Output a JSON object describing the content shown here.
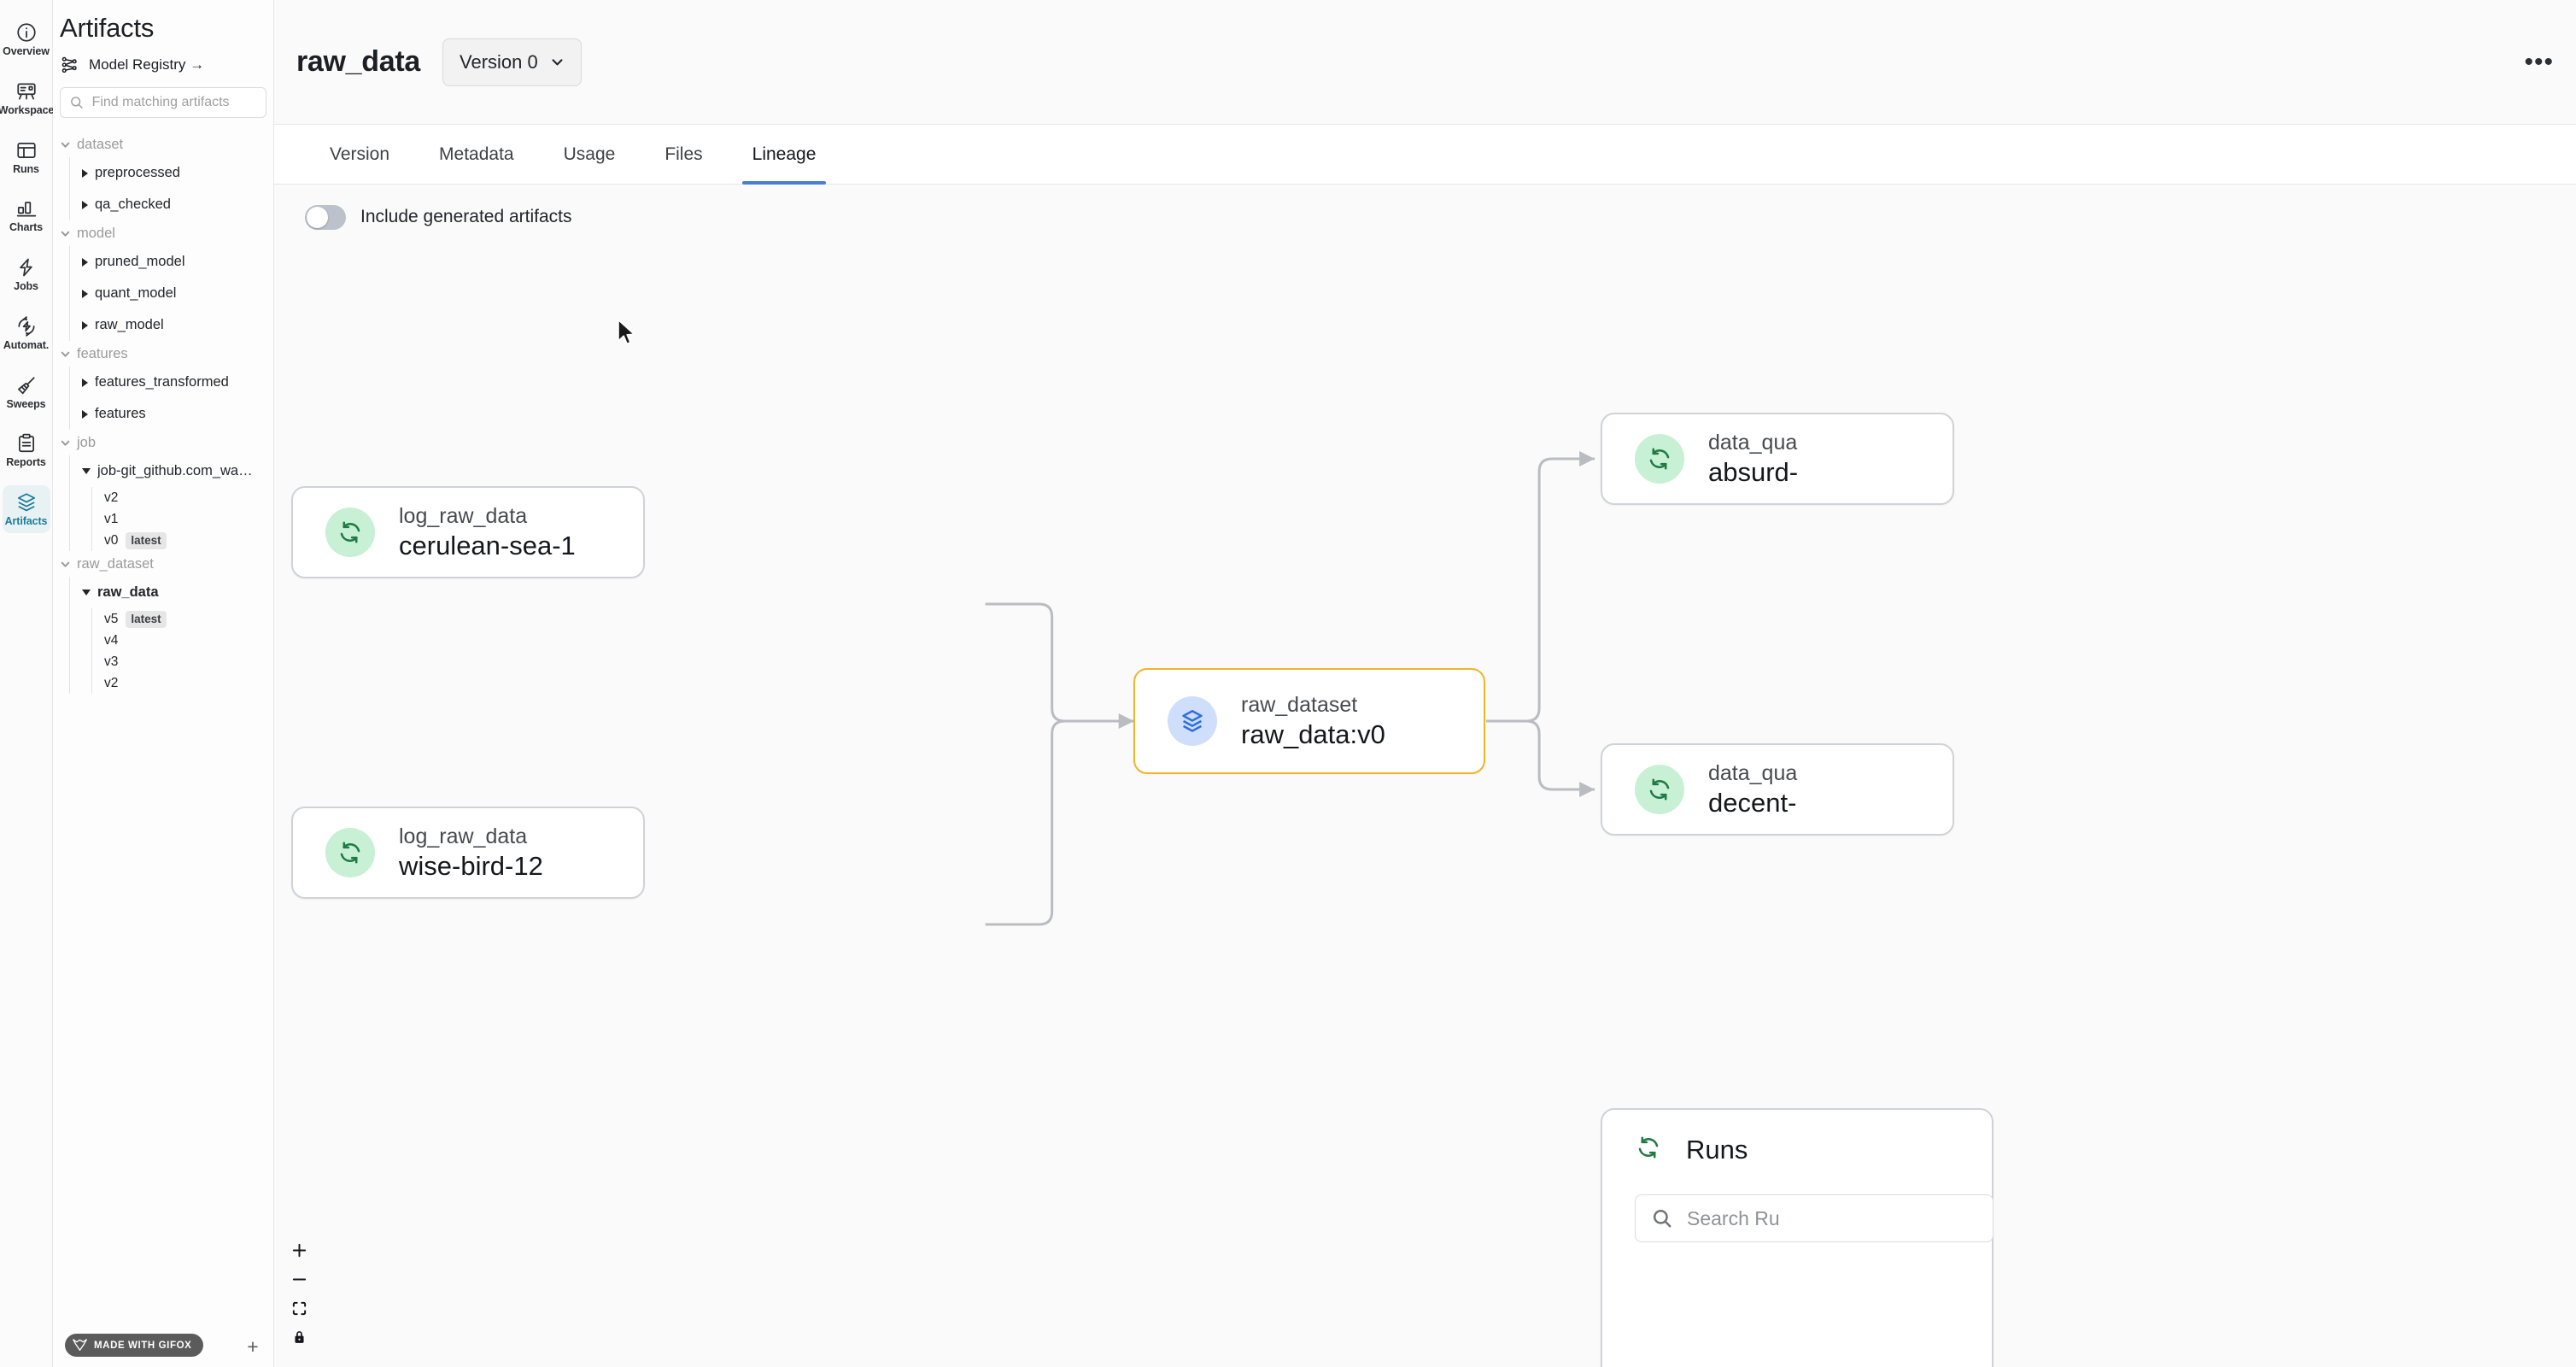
{
  "rail": {
    "items": [
      {
        "label": "Overview",
        "icon": "info-circle-icon",
        "active": false
      },
      {
        "label": "Workspace",
        "icon": "workspace-icon",
        "active": false
      },
      {
        "label": "Runs",
        "icon": "table-icon",
        "active": false
      },
      {
        "label": "Charts",
        "icon": "bar-chart-icon",
        "active": false
      },
      {
        "label": "Jobs",
        "icon": "bolt-icon",
        "active": false
      },
      {
        "label": "Automat.",
        "icon": "automation-icon",
        "active": false
      },
      {
        "label": "Sweeps",
        "icon": "broom-icon",
        "active": false
      },
      {
        "label": "Reports",
        "icon": "clipboard-icon",
        "active": false
      },
      {
        "label": "Artifacts",
        "icon": "layers-icon",
        "active": true
      }
    ]
  },
  "artifacts_panel": {
    "title": "Artifacts",
    "registry_link": "Model Registry →",
    "registry_icon": "model-registry-icon",
    "search": {
      "placeholder": "Find matching artifacts",
      "value": "",
      "icon": "search-icon"
    },
    "tree": [
      {
        "label": "dataset",
        "expanded": true,
        "children": [
          {
            "label": "preprocessed",
            "expanded": false,
            "versions": []
          },
          {
            "label": "qa_checked",
            "expanded": false,
            "versions": []
          }
        ]
      },
      {
        "label": "model",
        "expanded": true,
        "children": [
          {
            "label": "pruned_model",
            "expanded": false,
            "versions": []
          },
          {
            "label": "quant_model",
            "expanded": false,
            "versions": []
          },
          {
            "label": "raw_model",
            "expanded": false,
            "versions": []
          }
        ]
      },
      {
        "label": "features",
        "expanded": true,
        "children": [
          {
            "label": "features_transformed",
            "expanded": false,
            "versions": []
          },
          {
            "label": "features",
            "expanded": false,
            "versions": []
          }
        ]
      },
      {
        "label": "job",
        "expanded": true,
        "children": [
          {
            "label": "job-git_github.com_wa…",
            "expanded": true,
            "versions": [
              {
                "label": "v2",
                "tag": ""
              },
              {
                "label": "v1",
                "tag": ""
              },
              {
                "label": "v0",
                "tag": "latest"
              }
            ]
          }
        ]
      },
      {
        "label": "raw_dataset",
        "expanded": true,
        "children": [
          {
            "label": "raw_data",
            "expanded": true,
            "selected": true,
            "versions": [
              {
                "label": "v5",
                "tag": "latest"
              },
              {
                "label": "v4",
                "tag": ""
              },
              {
                "label": "v3",
                "tag": ""
              },
              {
                "label": "v2",
                "tag": ""
              }
            ]
          }
        ]
      }
    ],
    "watermark": {
      "text": "MADE WITH GIFOX",
      "icon": "fox-icon"
    },
    "add_button": {
      "label": "+",
      "name": "add-artifact-button"
    }
  },
  "header": {
    "title": "raw_data",
    "version_selector": {
      "label": "Version 0",
      "icon": "chevron-down-icon"
    },
    "overflow_menu": {
      "label": "•••",
      "name": "overflow-menu-button"
    }
  },
  "tabs": [
    {
      "label": "Version",
      "active": false
    },
    {
      "label": "Metadata",
      "active": false
    },
    {
      "label": "Usage",
      "active": false
    },
    {
      "label": "Files",
      "active": false
    },
    {
      "label": "Lineage",
      "active": true
    }
  ],
  "toolbar": {
    "include_generated_label": "Include generated artifacts",
    "include_generated_on": false
  },
  "graph": {
    "nodes": [
      {
        "id": "n1",
        "sub": "log_raw_data",
        "name": "cerulean-sea-1",
        "icon": "run-refresh-icon",
        "icon_color": "green",
        "selected": false
      },
      {
        "id": "n2",
        "sub": "log_raw_data",
        "name": "wise-bird-12",
        "icon": "run-refresh-icon",
        "icon_color": "green",
        "selected": false
      },
      {
        "id": "n3",
        "sub": "raw_dataset",
        "name": "raw_data:v0",
        "icon": "layers-icon",
        "icon_color": "blue",
        "selected": true
      },
      {
        "id": "n4",
        "sub": "data_qua",
        "name": "absurd-",
        "icon": "run-refresh-icon",
        "icon_color": "green",
        "selected": false
      },
      {
        "id": "n5",
        "sub": "data_qua",
        "name": "decent-",
        "icon": "run-refresh-icon",
        "icon_color": "green",
        "selected": false
      }
    ],
    "runs_panel": {
      "title": "Runs",
      "icon": "run-refresh-icon",
      "search_placeholder": "Search Ru"
    },
    "zoom_controls": [
      {
        "name": "zoom-in-button",
        "icon": "plus-icon"
      },
      {
        "name": "zoom-out-button",
        "icon": "minus-icon"
      },
      {
        "name": "fit-view-button",
        "icon": "fit-frame-icon"
      },
      {
        "name": "lock-view-button",
        "icon": "lock-icon"
      }
    ]
  },
  "colors": {
    "accent_blue": "#4a7fd4",
    "selected_border": "#f0b429",
    "rail_active_text": "#1b7b96",
    "rail_active_bg": "#e8f2f5",
    "node_icon_green": "#c8f0d4",
    "node_icon_blue": "#cfdefa"
  }
}
